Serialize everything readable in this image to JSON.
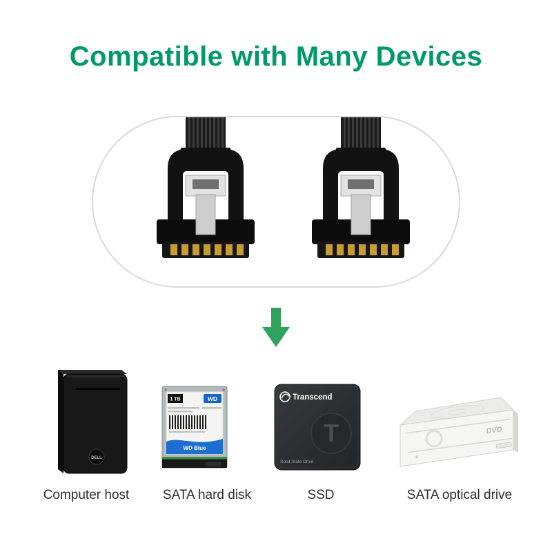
{
  "title": {
    "text": "Compatible with Many Devices",
    "color": "#009A68"
  },
  "hero": {
    "name": "sata-cable-two-connectors",
    "connector_count": 2
  },
  "arrow": {
    "color": "#2FA35D"
  },
  "devices": [
    {
      "label": "Computer host",
      "badge": "DELL"
    },
    {
      "label": "SATA hard disk",
      "capacity": "1 TB",
      "brand": "WD",
      "series": "WD Blue"
    },
    {
      "label": "SSD",
      "brand": "Transcend",
      "emblem": "T",
      "subtitle": "Solid State Drive"
    },
    {
      "label": "SATA optical drive",
      "logo": "DVD"
    }
  ]
}
